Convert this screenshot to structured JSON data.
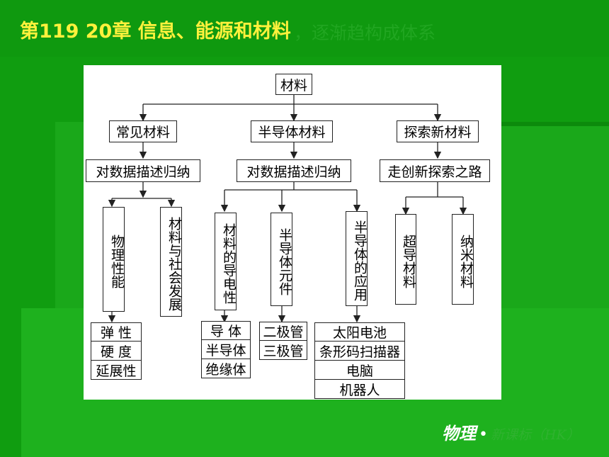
{
  "slide": {
    "title": "第119 20章 信息、能源和材料",
    "ghost_text": "，逐渐趋构成体系",
    "footer_main": "物理",
    "footer_dot": "•",
    "footer_sub": "新课标（HK）"
  },
  "diagram": {
    "root": "材料",
    "branches": [
      {
        "label": "常见材料",
        "method": "对数据描述归纳",
        "children": [
          {
            "label": "物理性能",
            "items": [
              "弹 性",
              "硬 度",
              "延展性"
            ]
          },
          {
            "label": "材料与社会发展",
            "items": []
          }
        ]
      },
      {
        "label": "半导体材料",
        "method": "对数据描述归纳",
        "children": [
          {
            "label": "材料的导电性",
            "items": [
              "导 体",
              "半导体",
              "绝缘体"
            ]
          },
          {
            "label": "半导体元件",
            "items": [
              "二极管",
              "三极管"
            ]
          },
          {
            "label": "半导体的应用",
            "items": [
              "太阳电池",
              "条形码扫描器",
              "电脑",
              "机器人"
            ]
          }
        ]
      },
      {
        "label": "探索新材料",
        "method": "走创新探索之路",
        "children": [
          {
            "label": "超导材料",
            "items": []
          },
          {
            "label": "纳米材料",
            "items": []
          }
        ]
      }
    ]
  },
  "colors": {
    "background": "#109d10",
    "title": "#fff13c",
    "panel": "#ffffff"
  }
}
